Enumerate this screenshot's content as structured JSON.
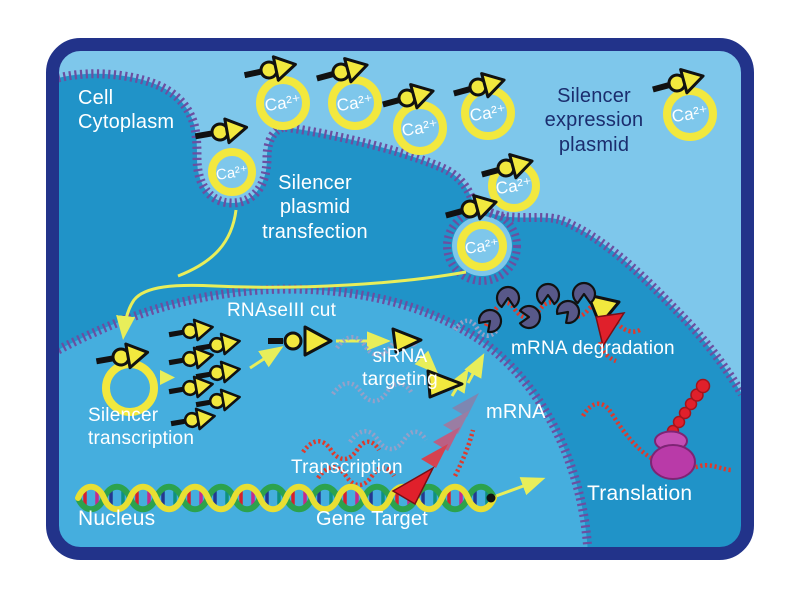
{
  "figure": {
    "title": "siRNA gene-silencing pathway in a cell",
    "type": "cell biology diagram"
  },
  "labels": {
    "cell_cytoplasm": "Cell\nCytoplasm",
    "silencer_expression_plasmid": "Silencer\nexpression\nplasmid",
    "silencer_plasmid_transfection": "Silencer\nplasmid\ntransfection",
    "rnase_cut": "RNAseIII cut",
    "silencer_transcription": "Silencer\ntranscription",
    "sirna_targeting": "siRNA\ntargeting",
    "mrna_degradation": "mRNA degradation",
    "mrna": "mRNA",
    "transcription": "Transcription",
    "gene_target": "Gene Target",
    "translation": "Translation",
    "nucleus": "Nucleus",
    "ca_ion": "Ca²⁺"
  },
  "elements": {
    "ca_plasmid_count": 8,
    "silencer_transcript_count": 7,
    "rnase_enzyme_count": 6,
    "icons": [
      "promoter-arrow-icon",
      "plasmid-ring-icon",
      "sirna-triangle-icon",
      "rnase-pacman-icon",
      "ribosome-icon",
      "dna-helix-icon",
      "mrna-strand-icon"
    ]
  },
  "colors": {
    "outside_cell": "#7ec7eb",
    "cytoplasm": "#2093c8",
    "nucleus": "#45aede",
    "membrane": "#6b4fa1",
    "border": "#22338a",
    "plasmid_yellow": "#f2e83e",
    "arrow_yellow": "#e8ee5a",
    "mrna_red": "#e0392b",
    "rnase_enzyme": "#585889",
    "ribosome_magenta": "#b93aa8",
    "dna_green": "#2ca24d",
    "dna_yellow": "#e8df33",
    "text_light": "#ffffff",
    "text_dark": "#1b2d6e"
  }
}
